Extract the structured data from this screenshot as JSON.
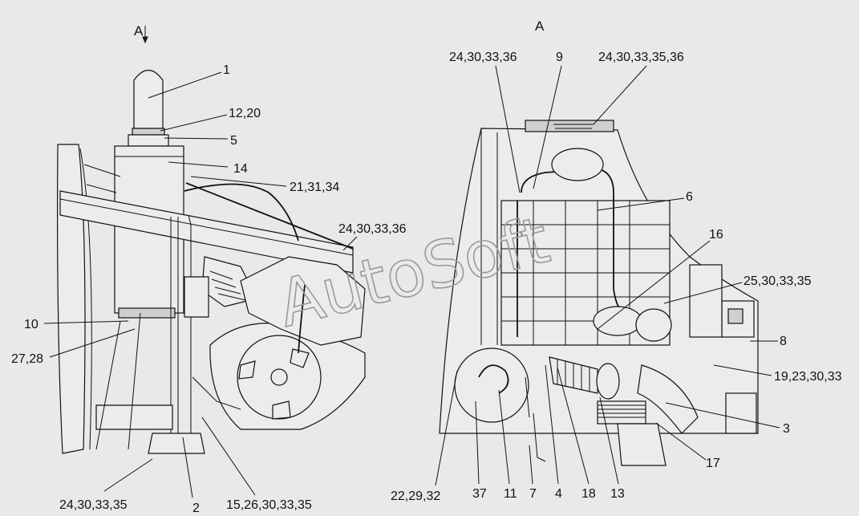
{
  "view_marks": {
    "left": "A",
    "right": "A"
  },
  "watermark": "AutoSoft",
  "left_view": {
    "callouts": [
      {
        "id": "c1",
        "text": "1"
      },
      {
        "id": "c2",
        "text": "12,20"
      },
      {
        "id": "c3",
        "text": "5"
      },
      {
        "id": "c4",
        "text": "14"
      },
      {
        "id": "c5",
        "text": "21,31,34"
      },
      {
        "id": "c6",
        "text": "24,30,33,36"
      },
      {
        "id": "c7",
        "text": "10"
      },
      {
        "id": "c8",
        "text": "27,28"
      },
      {
        "id": "c9",
        "text": "24,30,33,35"
      },
      {
        "id": "c10",
        "text": "2"
      },
      {
        "id": "c11",
        "text": "15,26,30,33,35"
      }
    ]
  },
  "right_view": {
    "callouts": [
      {
        "id": "r1",
        "text": "24,30,33,36"
      },
      {
        "id": "r2",
        "text": "9"
      },
      {
        "id": "r3",
        "text": "24,30,33,35,36"
      },
      {
        "id": "r4",
        "text": "6"
      },
      {
        "id": "r5",
        "text": "16"
      },
      {
        "id": "r6",
        "text": "25,30,33,35"
      },
      {
        "id": "r7",
        "text": "8"
      },
      {
        "id": "r8",
        "text": "19,23,30,33"
      },
      {
        "id": "r9",
        "text": "3"
      },
      {
        "id": "r10",
        "text": "17"
      },
      {
        "id": "r11",
        "text": "22,29,32"
      },
      {
        "id": "r12",
        "text": "37"
      },
      {
        "id": "r13",
        "text": "11"
      },
      {
        "id": "r14",
        "text": "7"
      },
      {
        "id": "r15",
        "text": "4"
      },
      {
        "id": "r16",
        "text": "18"
      },
      {
        "id": "r17",
        "text": "13"
      }
    ]
  }
}
